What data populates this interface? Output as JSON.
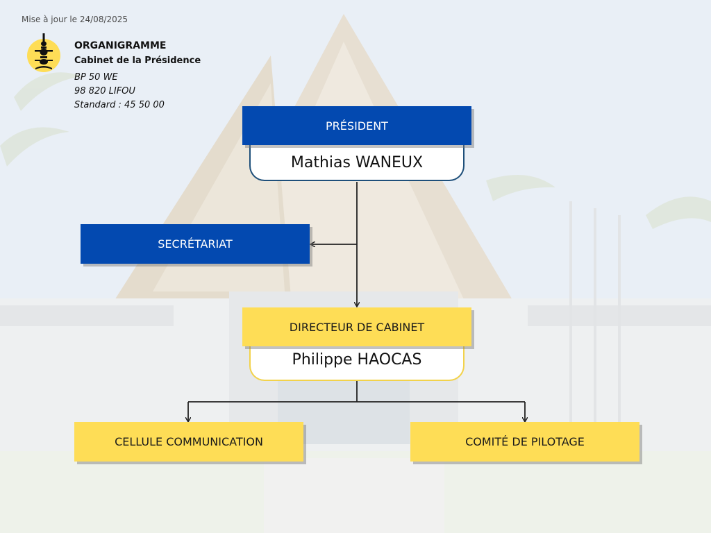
{
  "header": {
    "updated": "Mise à jour le 24/08/2025",
    "title": "ORGANIGRAMME",
    "subtitle": "Cabinet de la Présidence",
    "address_line1": "BP 50 WE",
    "address_line2": "98 820 LIFOU",
    "phone": "Standard : 45 50 00"
  },
  "logo": {
    "icon": "province-emblem-icon",
    "color": "#fedd56"
  },
  "colors": {
    "blue": "#0349b0",
    "yellow": "#fedd56",
    "line": "#222222"
  },
  "org": {
    "president": {
      "role": "PRÉSIDENT",
      "name": "Mathias WANEUX"
    },
    "secretariat": {
      "role": "SECRÉTARIAT"
    },
    "directeur": {
      "role": "DIRECTEUR DE CABINET",
      "name": "Philippe HAOCAS"
    },
    "communication": {
      "role": "CELLULE COMMUNICATION"
    },
    "pilotage": {
      "role": "COMITÉ DE PILOTAGE"
    }
  }
}
